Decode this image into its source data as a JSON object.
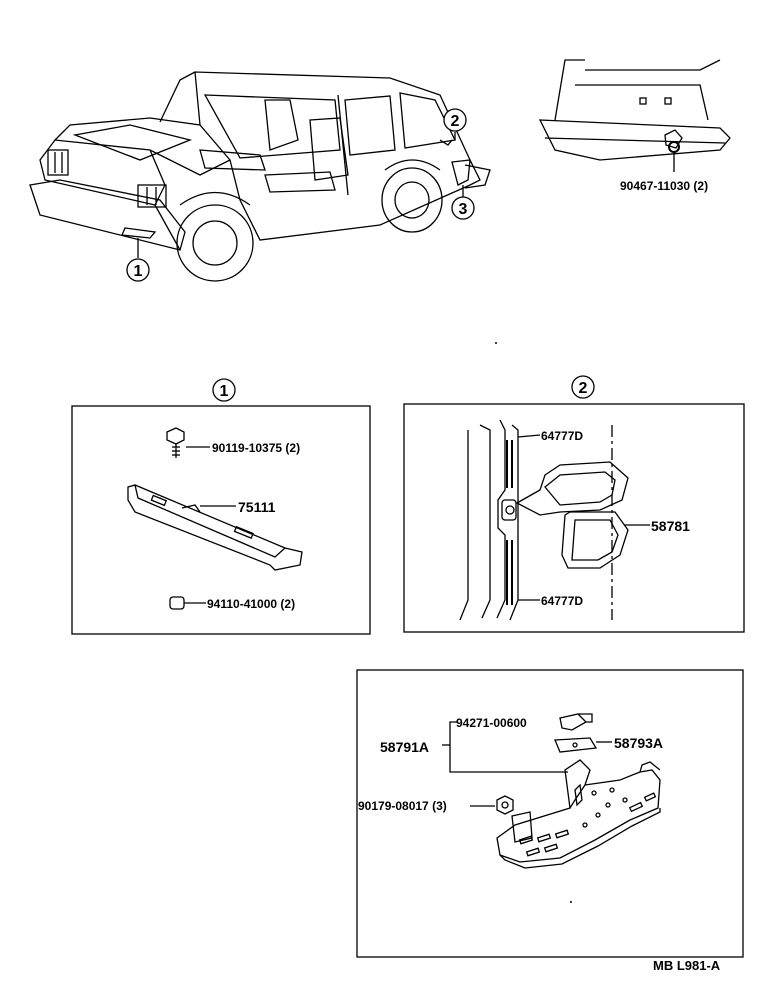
{
  "callouts": {
    "c1": "1",
    "c2": "2",
    "c3": "3"
  },
  "overview": {
    "bumper_part": "90467-11030 (2)"
  },
  "panel1": {
    "title": "1",
    "bolt": "90119-10375 (2)",
    "bracket": "75111",
    "nut": "94110-41000 (2)"
  },
  "panel2": {
    "title": "2",
    "clip_upper": "64777D",
    "hook": "58781",
    "clip_lower": "64777D"
  },
  "panel3": {
    "assembly": "58791A",
    "screw": "94271-00600",
    "plate": "58793A",
    "nut": "90179-08017 (3)"
  },
  "footer": {
    "code": "MB   L981-A"
  }
}
